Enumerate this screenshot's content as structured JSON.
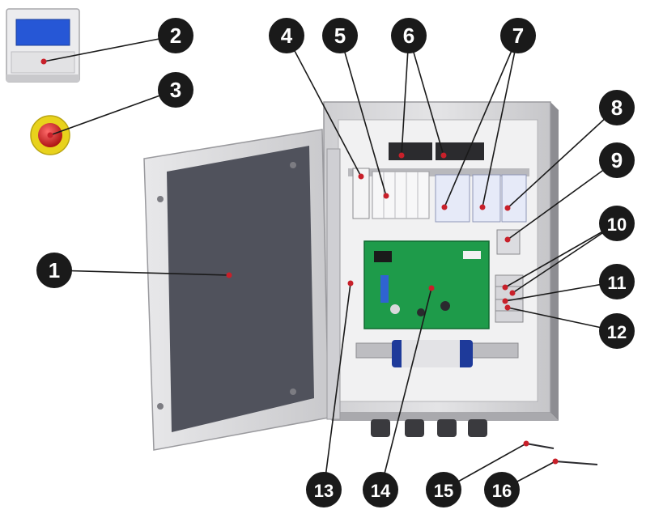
{
  "callouts": [
    {
      "id": 1,
      "label": "1"
    },
    {
      "id": 2,
      "label": "2"
    },
    {
      "id": 3,
      "label": "3"
    },
    {
      "id": 4,
      "label": "4"
    },
    {
      "id": 5,
      "label": "5"
    },
    {
      "id": 6,
      "label": "6"
    },
    {
      "id": 7,
      "label": "7"
    },
    {
      "id": 8,
      "label": "8"
    },
    {
      "id": 9,
      "label": "9"
    },
    {
      "id": 10,
      "label": "10"
    },
    {
      "id": 11,
      "label": "11"
    },
    {
      "id": 12,
      "label": "12"
    },
    {
      "id": 13,
      "label": "13"
    },
    {
      "id": 14,
      "label": "14"
    },
    {
      "id": 15,
      "label": "15"
    },
    {
      "id": 16,
      "label": "16"
    }
  ],
  "colors": {
    "callout_fill": "#1a1a1a",
    "pointer_dot": "#c8202a",
    "enclosure": "#d9d9db",
    "door_panel": "#50525c",
    "pcb": "#1e9b4a",
    "display": "#2657d6",
    "emergency_button": "#d41c1c",
    "emergency_ring": "#e8d21c"
  }
}
